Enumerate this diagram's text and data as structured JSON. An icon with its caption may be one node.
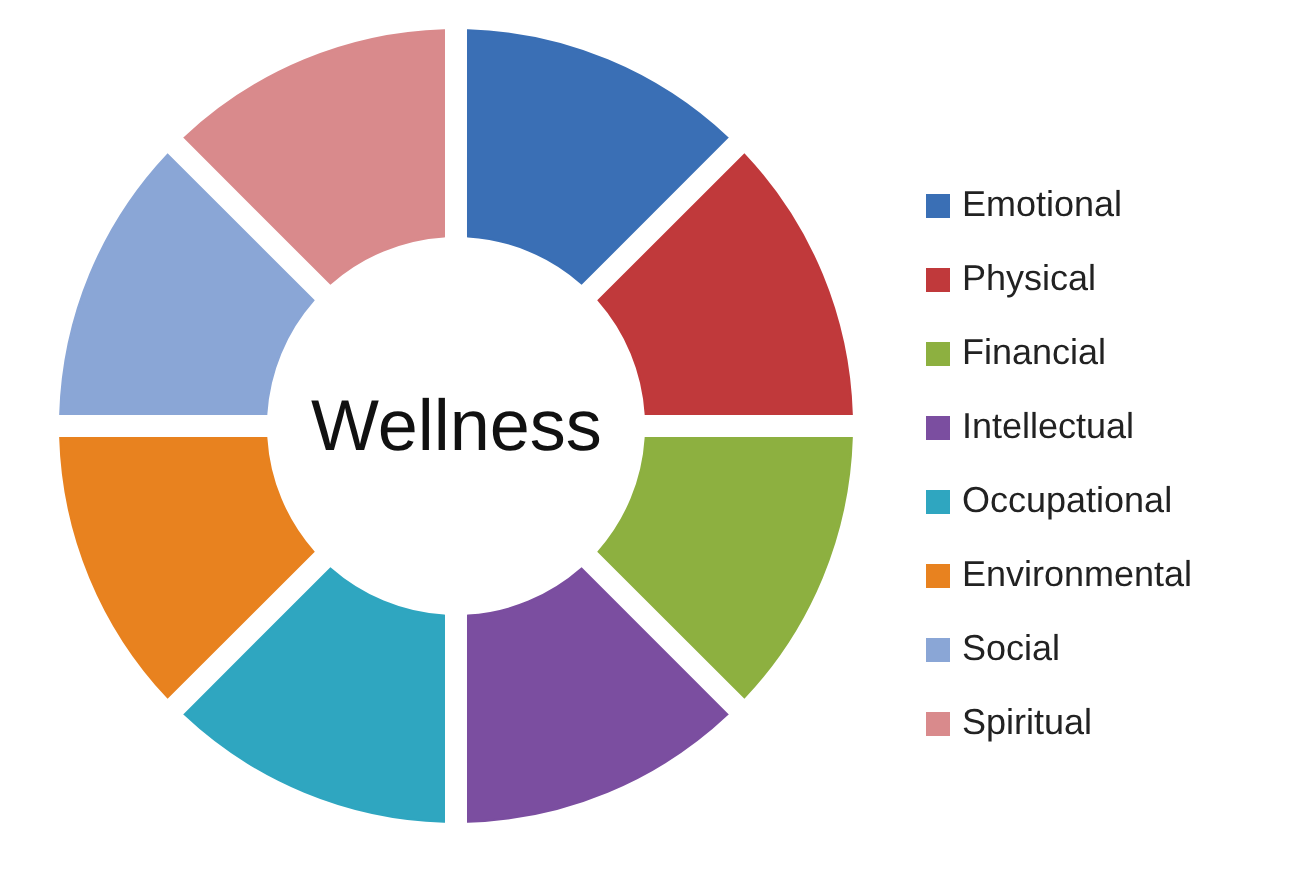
{
  "diagram": {
    "labels": [
      "Wellness"
    ],
    "legend": [
      {
        "text": "Emotional",
        "color": "#3a6fb5"
      },
      {
        "text": "Physical",
        "color": "#c0393b"
      },
      {
        "text": "Financial",
        "color": "#8db040"
      },
      {
        "text": "Intellectual",
        "color": "#7b4ea0"
      },
      {
        "text": "Occupational",
        "color": "#2fa6c0"
      },
      {
        "text": "Environmental",
        "color": "#e8821f"
      },
      {
        "text": "Social",
        "color": "#8aa6d6"
      },
      {
        "text": "Spiritual",
        "color": "#d98a8c"
      }
    ]
  }
}
